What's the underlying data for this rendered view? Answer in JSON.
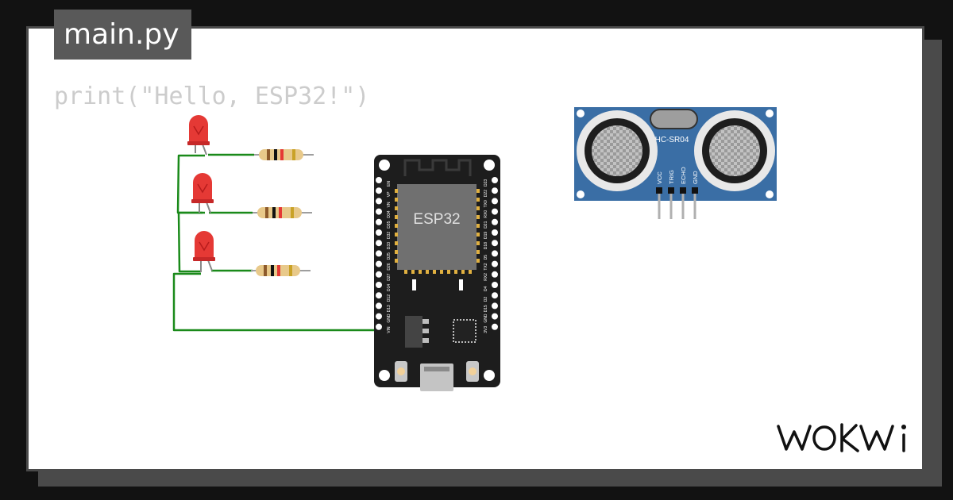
{
  "editor": {
    "file_tab": "main.py",
    "code": "print(\"Hello, ESP32!\")"
  },
  "board": {
    "chip_label": "ESP32",
    "left_pins": [
      "EN",
      "VP",
      "VN",
      "D34",
      "D35",
      "D32",
      "D33",
      "D25",
      "D26",
      "D27",
      "D14",
      "D12",
      "D13",
      "GND",
      "VIN"
    ],
    "right_pins": [
      "D23",
      "D22",
      "TX0",
      "RX0",
      "D21",
      "D19",
      "D18",
      "D5",
      "TX2",
      "RX2",
      "D4",
      "D2",
      "D15",
      "GND",
      "3V3"
    ]
  },
  "sensor": {
    "label": "HC-SR04",
    "pins": [
      "VCC",
      "TRIG",
      "ECHO",
      "GND"
    ]
  },
  "components": {
    "led_count": 3,
    "resistor_count": 3
  },
  "colors": {
    "wire": "#1a8a1a",
    "led": "#e53935",
    "board": "#1d1d1d",
    "sensor_pcb": "#3a6ea5"
  },
  "brand": {
    "logo_text": "WOKWi"
  }
}
